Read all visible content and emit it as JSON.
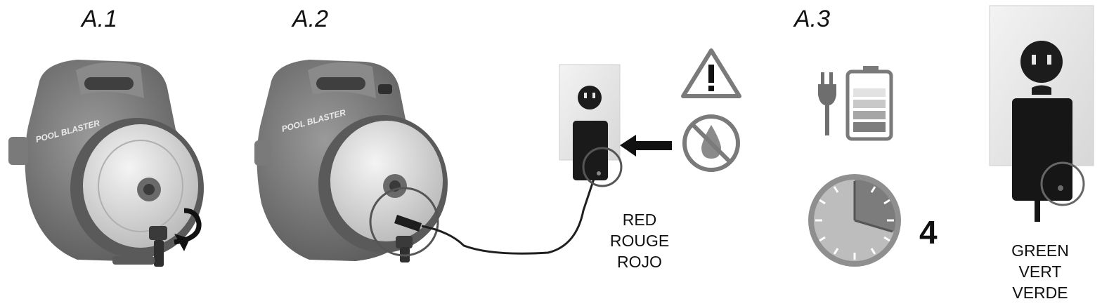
{
  "steps": [
    {
      "label": "A.1"
    },
    {
      "label": "A.2"
    },
    {
      "label": "A.3"
    }
  ],
  "product": {
    "brand": "POOL BLASTER"
  },
  "led_captions": {
    "charging": [
      "RED",
      "ROUGE",
      "ROJO"
    ],
    "charged": [
      "GREEN",
      "VERT",
      "VERDE"
    ]
  },
  "charge_time": {
    "value": "4"
  },
  "icons": {
    "warning": "warning-triangle-icon",
    "no_water": "no-water-icon",
    "arrow": "arrow-left-icon",
    "plug": "power-plug-icon",
    "battery": "battery-icon",
    "clock": "clock-icon",
    "rotate": "rotate-arrow-icon"
  },
  "colors": {
    "device_dark": "#6e6e6e",
    "device_light": "#cfcfcf",
    "outlet": "#e8e8e8",
    "icon_grey": "#7a7a7a"
  }
}
